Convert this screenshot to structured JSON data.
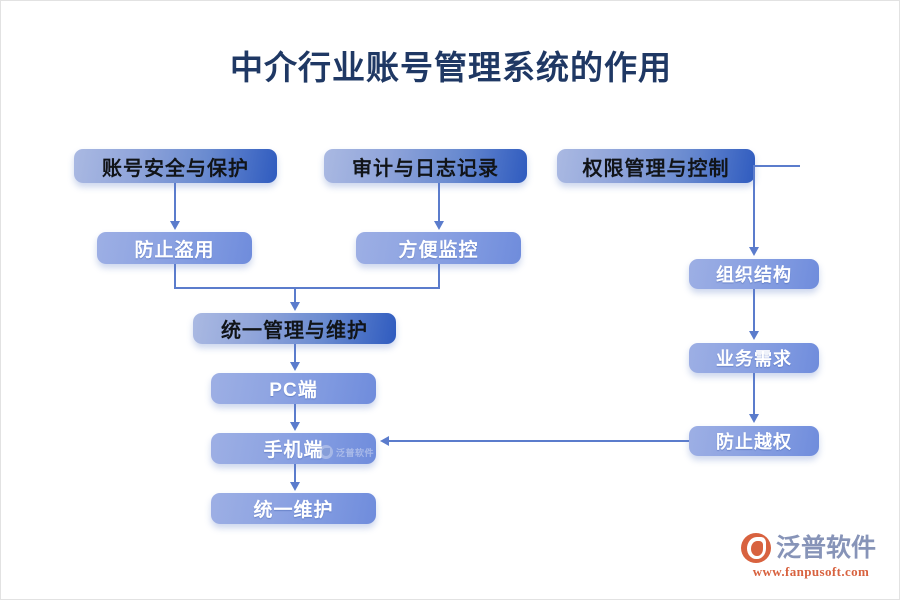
{
  "title": "中介行业账号管理系统的作用",
  "theme": {
    "title_color": "#1f3864",
    "connector_color": "#5b7ccc",
    "box_gradient_start": "#aab9e2",
    "box_gradient_end": "#2f5bbf",
    "background": "#ffffff"
  },
  "nodes": {
    "account_security": "账号安全与保护",
    "audit_log": "审计与日志记录",
    "permission_control": "权限管理与控制",
    "prevent_theft": "防止盗用",
    "easy_monitor": "方便监控",
    "unified_manage": "统一管理与维护",
    "pc_client": "PC端",
    "mobile_client": "手机端",
    "unified_maintain": "统一维护",
    "org_structure": "组织结构",
    "business_need": "业务需求",
    "prevent_overreach": "防止越权"
  },
  "watermark": {
    "mobile_box_text": "泛普软件"
  },
  "brand": {
    "name": "泛普软件",
    "url": "www.fanpusoft.com"
  }
}
